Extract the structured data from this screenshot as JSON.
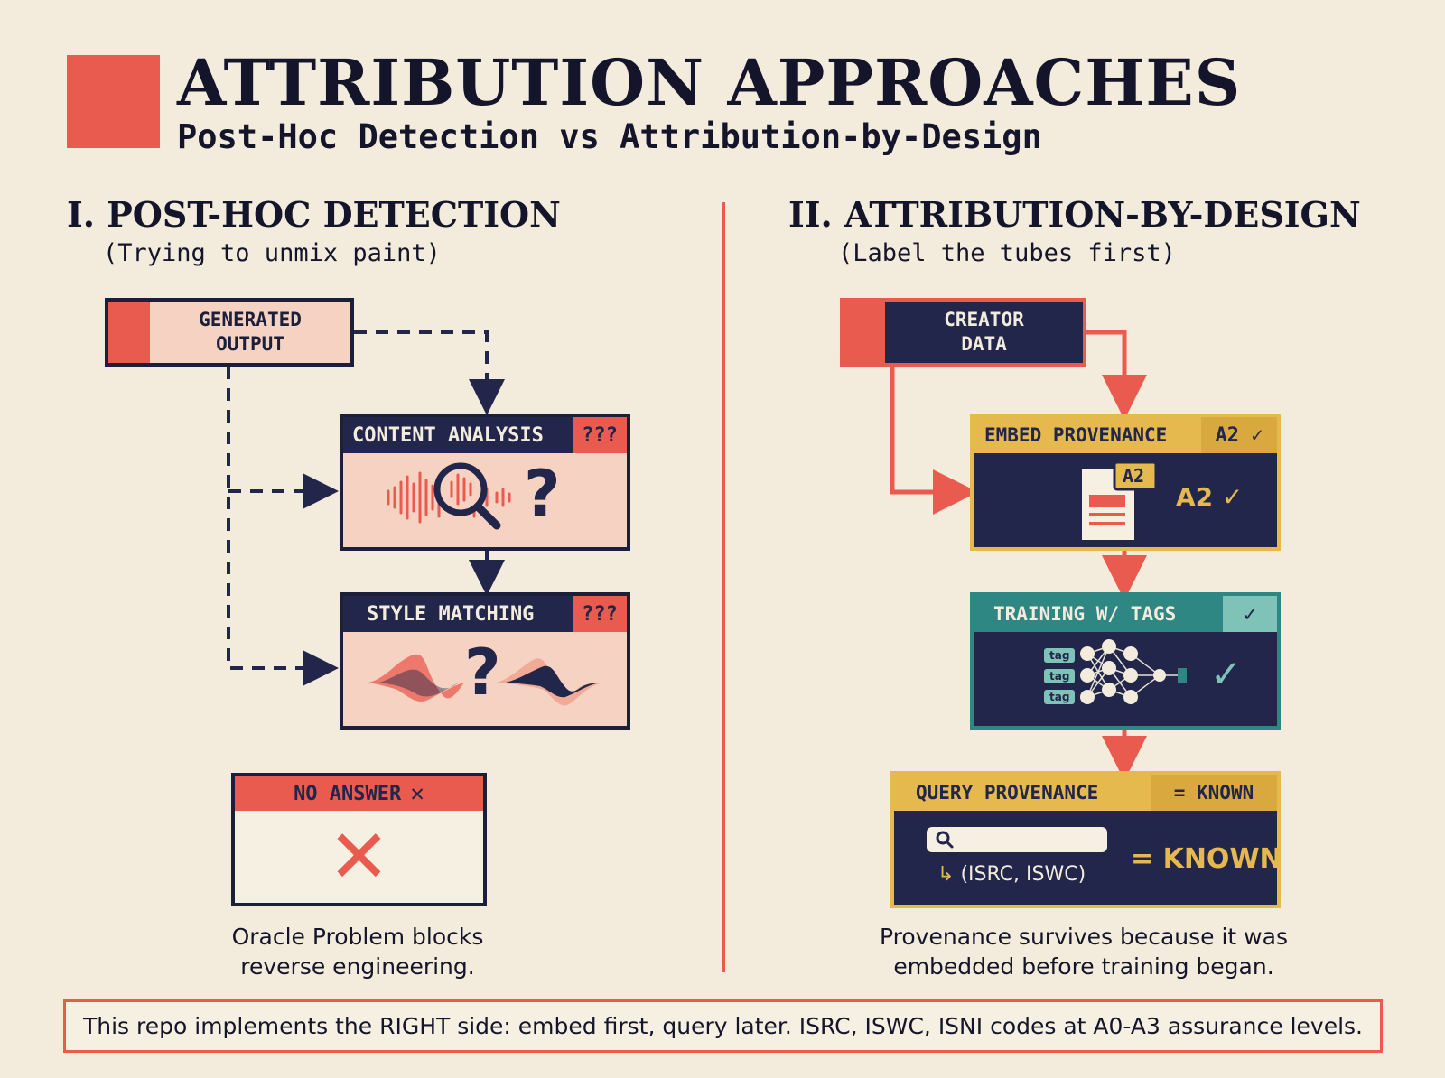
{
  "header": {
    "title": "ATTRIBUTION APPROACHES",
    "subtitle": "Post-Hoc Detection vs Attribution-by-Design"
  },
  "left": {
    "heading": "I. POST-HOC DETECTION",
    "subheading": "(Trying to unmix paint)",
    "generated_output": "GENERATED\nOUTPUT",
    "content_analysis": {
      "label": "CONTENT ANALYSIS",
      "badge": "???",
      "glyph": "?"
    },
    "style_matching": {
      "label": "STYLE MATCHING",
      "badge": "???",
      "glyph": "?"
    },
    "no_answer": {
      "label": "NO ANSWER",
      "mark": "✕",
      "big_mark": "✕"
    },
    "caption": "Oracle Problem blocks\nreverse engineering."
  },
  "right": {
    "heading": "II. ATTRIBUTION-BY-DESIGN",
    "subheading": "(Label the tubes first)",
    "creator_data": "CREATOR\nDATA",
    "embed": {
      "label": "EMBED PROVENANCE",
      "badge": "A2 ✓",
      "doc_tag": "A2",
      "status": "A2 ✓"
    },
    "training": {
      "label": "TRAINING W/ TAGS",
      "badge": "✓",
      "tags": [
        "tag",
        "tag",
        "tag"
      ],
      "status": "✓"
    },
    "query": {
      "label": "QUERY PROVENANCE",
      "badge": "= KNOWN",
      "codes": "(ISRC, ISWC)",
      "status": "= KNOWN"
    },
    "caption": "Provenance survives because it was\nembedded before training began."
  },
  "footer": "This repo implements the RIGHT side: embed first, query later. ISRC, ISWC, ISNI codes at A0-A3 assurance levels.",
  "colors": {
    "accent_red": "#e85b4e",
    "navy": "#22264a",
    "gold": "#e6b94f",
    "teal": "#2f8784",
    "cream": "#f3ecdc",
    "pink": "#f6d2c2"
  }
}
